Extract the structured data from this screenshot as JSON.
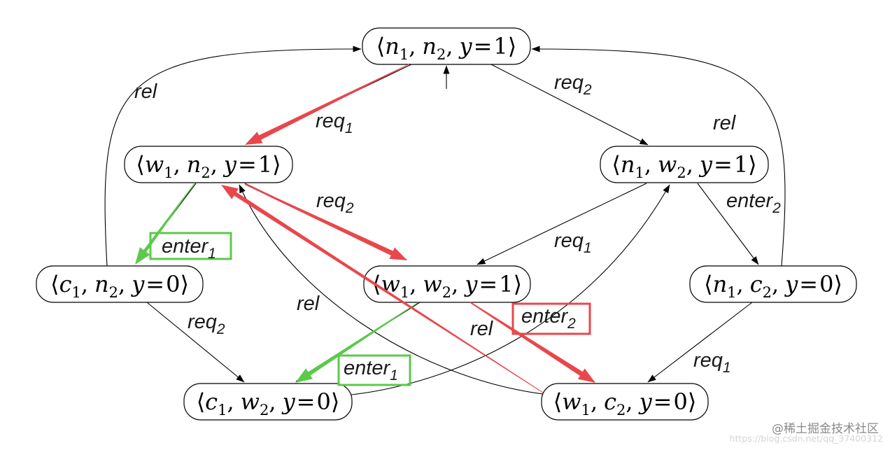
{
  "notation": {
    "open": "⟨",
    "close": "⟩",
    "sep": ",",
    "eq": "="
  },
  "states": [
    {
      "proc1": {
        "name": "n",
        "sub": "1"
      },
      "proc2": {
        "name": "n",
        "sub": "2"
      },
      "var": "y",
      "value": "1"
    },
    {
      "proc1": {
        "name": "w",
        "sub": "1"
      },
      "proc2": {
        "name": "n",
        "sub": "2"
      },
      "var": "y",
      "value": "1"
    },
    {
      "proc1": {
        "name": "n",
        "sub": "1"
      },
      "proc2": {
        "name": "w",
        "sub": "2"
      },
      "var": "y",
      "value": "1"
    },
    {
      "proc1": {
        "name": "c",
        "sub": "1"
      },
      "proc2": {
        "name": "n",
        "sub": "2"
      },
      "var": "y",
      "value": "0"
    },
    {
      "proc1": {
        "name": "w",
        "sub": "1"
      },
      "proc2": {
        "name": "w",
        "sub": "2"
      },
      "var": "y",
      "value": "1"
    },
    {
      "proc1": {
        "name": "n",
        "sub": "1"
      },
      "proc2": {
        "name": "c",
        "sub": "2"
      },
      "var": "y",
      "value": "0"
    },
    {
      "proc1": {
        "name": "c",
        "sub": "1"
      },
      "proc2": {
        "name": "w",
        "sub": "2"
      },
      "var": "y",
      "value": "0"
    },
    {
      "proc1": {
        "name": "w",
        "sub": "1"
      },
      "proc2": {
        "name": "c",
        "sub": "2"
      },
      "var": "y",
      "value": "0"
    }
  ],
  "initial_state": 0,
  "transitions": [
    {
      "from": 0,
      "to": 1,
      "label": "req",
      "sub": "1",
      "color": "#e8474c"
    },
    {
      "from": 0,
      "to": 2,
      "label": "req",
      "sub": "2"
    },
    {
      "from": 1,
      "to": 3,
      "label": "enter",
      "sub": "1",
      "color": "#5cc94b",
      "boxed": true
    },
    {
      "from": 1,
      "to": 4,
      "label": "req",
      "sub": "2",
      "color": "#e8474c"
    },
    {
      "from": 2,
      "to": 4,
      "label": "req",
      "sub": "1"
    },
    {
      "from": 2,
      "to": 5,
      "label": "enter",
      "sub": "2"
    },
    {
      "from": 3,
      "to": 0,
      "label": "rel"
    },
    {
      "from": 5,
      "to": 0,
      "label": "rel"
    },
    {
      "from": 3,
      "to": 6,
      "label": "req",
      "sub": "2"
    },
    {
      "from": 5,
      "to": 7,
      "label": "req",
      "sub": "1"
    },
    {
      "from": 4,
      "to": 6,
      "label": "enter",
      "sub": "1",
      "color": "#5cc94b",
      "boxed": true
    },
    {
      "from": 4,
      "to": 7,
      "label": "enter",
      "sub": "2",
      "color": "#e8474c",
      "boxed": true
    },
    {
      "from": 6,
      "to": 2,
      "label": "rel"
    },
    {
      "from": 7,
      "to": 1,
      "label": "rel",
      "color": "#e8474c"
    }
  ],
  "colors": {
    "edge": "#000000",
    "label_text": "#1a1a1a",
    "trace_red": "#e8474c",
    "trace_green": "#5cc94b"
  },
  "watermark": {
    "text": "@稀土掘金技术社区",
    "url": "https://blog.csdn.net/qq_37400312"
  }
}
